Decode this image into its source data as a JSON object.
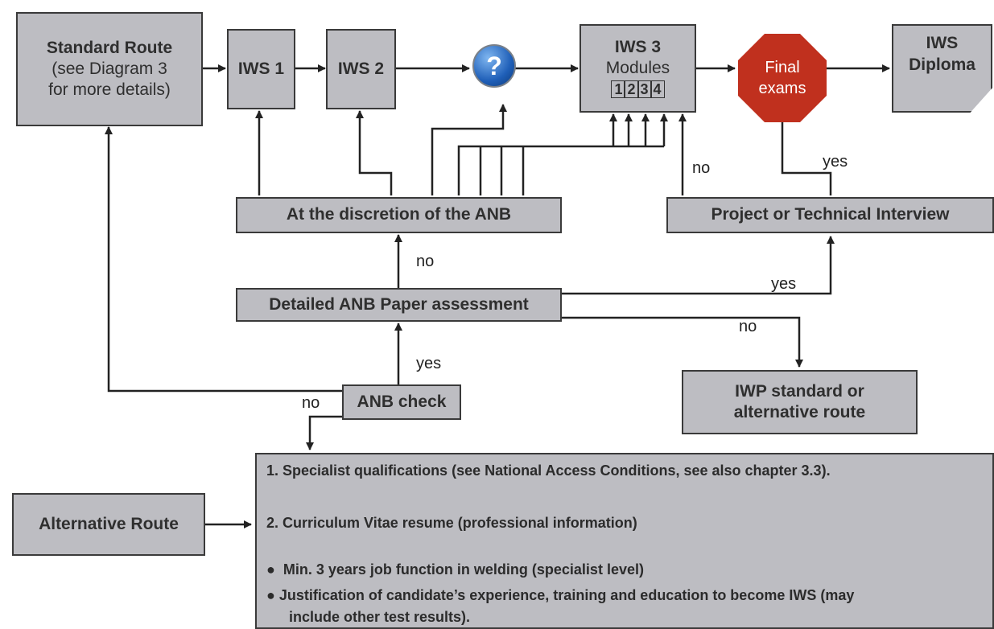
{
  "boxes": {
    "standard_route": [
      "Standard Route",
      "(see Diagram 3",
      "for more details)"
    ],
    "iws1": "IWS 1",
    "iws2": "IWS 2",
    "question": "?",
    "iws3_title": "IWS 3",
    "iws3_modules": "Modules",
    "modules": [
      "1",
      "2",
      "3",
      "4"
    ],
    "final_exams": [
      "Final",
      "exams"
    ],
    "iws_diploma": [
      "IWS",
      "Diploma"
    ],
    "discretion": "At the discretion of the ANB",
    "project_interview": "Project or Technical Interview",
    "paper_assessment": "Detailed ANB Paper assessment",
    "anb_check": "ANB check",
    "iwp_route": [
      "IWP standard or",
      "alternative route"
    ],
    "alternative_route": "Alternative Route"
  },
  "edge_labels": {
    "no_interview": "no",
    "yes_final": "yes",
    "no_discretion": "no",
    "yes_interview": "yes",
    "no_iwp": "no",
    "yes_assessment": "yes",
    "no_check": "no"
  },
  "criteria": [
    "1. Specialist qualifications (see National Access Conditions, see also chapter 3.3).",
    "2. Curriculum Vitae resume (professional information)",
    "Min. 3 years job function in welding (specialist level)",
    "Justification of candidate’s experience, training and education to become IWS (may",
    "include other test results)."
  ],
  "colors": {
    "box_fill": "#bdbdc2",
    "stop_red": "#c0301e",
    "question_blue": "#1f5fb8"
  }
}
